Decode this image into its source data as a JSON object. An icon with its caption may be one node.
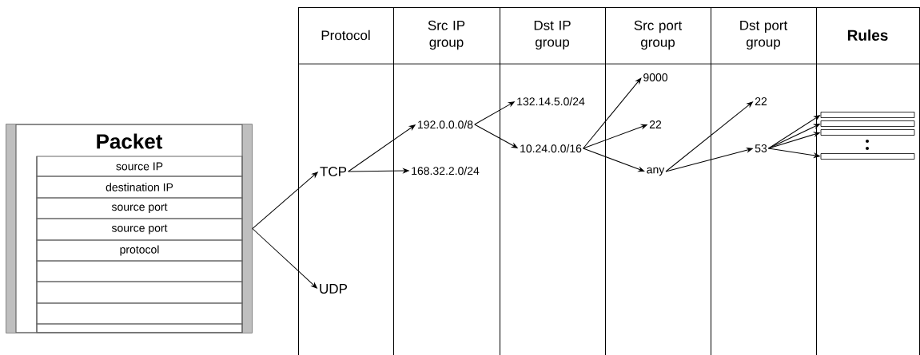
{
  "diagram": {
    "nodes": [
      {
        "text": [
          "Packet"
        ]
      },
      {
        "text": [
          "source IP"
        ],
        "in": 0
      },
      {
        "text": [
          "destination IP"
        ],
        "in": 0
      },
      {
        "text": [
          "source port"
        ],
        "in": 0
      },
      {
        "text": [
          "source port"
        ],
        "in": 0
      },
      {
        "text": [
          "protocol"
        ],
        "in": 0
      },
      {
        "text": [],
        "shape": "box",
        "in": 0
      },
      {
        "text": [],
        "shape": "box",
        "in": 0
      },
      {
        "text": [],
        "shape": "box",
        "in": 0
      },
      {
        "text": [],
        "shape": "box",
        "in": 0
      },
      {
        "text": [
          "Protocol"
        ]
      },
      {
        "text": [
          "TCP"
        ],
        "in": 10
      },
      {
        "text": [
          "UDP"
        ],
        "in": 10
      },
      {
        "text": [
          "Src IP group"
        ]
      },
      {
        "text": [
          "192.0.0.0/8"
        ],
        "in": 13
      },
      {
        "text": [
          "168.32.2.0/24"
        ],
        "in": 13
      },
      {
        "text": [
          "Dst IP group"
        ]
      },
      {
        "text": [
          "132.14.5.0/24"
        ],
        "in": 16
      },
      {
        "text": [
          "10.24.0.0/16"
        ],
        "in": 16
      },
      {
        "text": [
          "Src port group"
        ]
      },
      {
        "text": [
          "9000"
        ],
        "in": 19
      },
      {
        "text": [
          "22"
        ],
        "in": 19
      },
      {
        "text": [
          "any"
        ],
        "in": 19
      },
      {
        "text": [
          "Dst port group"
        ]
      },
      {
        "text": [
          "22"
        ],
        "in": 23
      },
      {
        "text": [
          "53"
        ],
        "in": 23
      },
      {
        "text": [
          "Rules"
        ]
      },
      {
        "text": [],
        "shape": "bar",
        "in": 26
      },
      {
        "text": [],
        "shape": "bar",
        "in": 26
      },
      {
        "text": [],
        "shape": "bar",
        "in": 26
      },
      {
        "text": [],
        "shape": "bar",
        "in": 26
      }
    ],
    "edges": [
      {
        "from": 0,
        "to": 11,
        "arrow": "to"
      },
      {
        "from": 0,
        "to": 12,
        "arrow": "to"
      },
      {
        "from": 11,
        "to": 14,
        "arrow": "to"
      },
      {
        "from": 11,
        "to": 15,
        "arrow": "to"
      },
      {
        "from": 14,
        "to": 17,
        "arrow": "to"
      },
      {
        "from": 14,
        "to": 18,
        "arrow": "to"
      },
      {
        "from": 18,
        "to": 20,
        "arrow": "to"
      },
      {
        "from": 18,
        "to": 21,
        "arrow": "to"
      },
      {
        "from": 18,
        "to": 22,
        "arrow": "to"
      },
      {
        "from": 22,
        "to": 24,
        "arrow": "to"
      },
      {
        "from": 22,
        "to": 25,
        "arrow": "to"
      },
      {
        "from": 25,
        "to": 27,
        "arrow": "to"
      },
      {
        "from": 25,
        "to": 28,
        "arrow": "to"
      },
      {
        "from": 25,
        "to": 29,
        "arrow": "to"
      },
      {
        "from": 25,
        "to": 30,
        "arrow": "to"
      }
    ]
  }
}
